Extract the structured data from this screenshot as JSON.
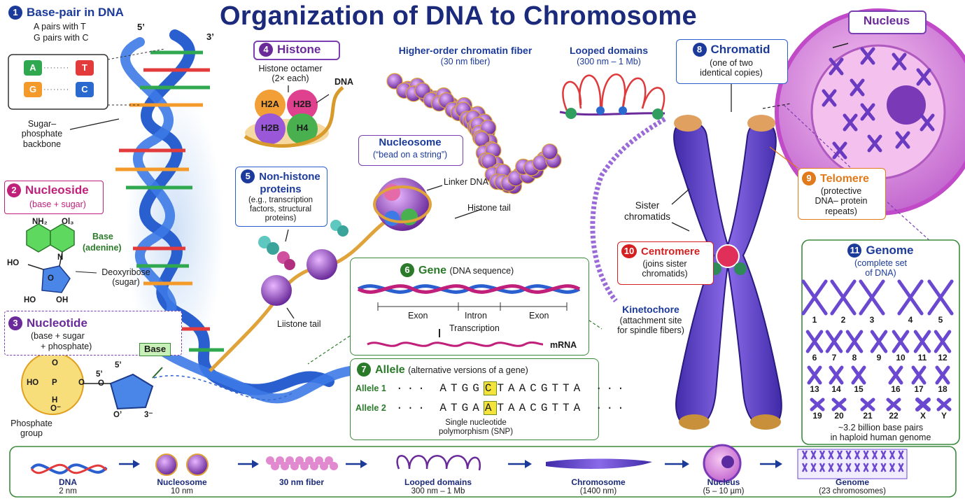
{
  "title": "Organization of DNA to Chromosome",
  "s1": {
    "num": "1",
    "heading": "Base-pair in DNA",
    "line1": "A pairs with T",
    "line2": "G pairs with C",
    "end5": "5’",
    "end3": "3’",
    "pairs": [
      {
        "left": "A",
        "right": "T"
      },
      {
        "left": "G",
        "right": "C"
      }
    ],
    "backbone": [
      "Sugar–",
      "phosphate",
      "backbone"
    ]
  },
  "s2": {
    "num": "2",
    "heading": "Nucleoside",
    "sub": "(base + sugar)",
    "base_label": "Base",
    "base_sub": "(adenine)",
    "sugar_label": "Deoxyribose",
    "sugar_sub": "(sugar)",
    "atoms": {
      "nh2": "NH₂",
      "o13": "Ol₃",
      "n": "N",
      "ho": "HO",
      "o": "O",
      "ho2": "HO",
      "oh": "OH"
    }
  },
  "s3": {
    "num": "3",
    "heading": "Nucleotide",
    "sub1": "(base + sugar",
    "sub2": "+ phosphate)",
    "base_tag": "Base",
    "group1": "Phosphate",
    "group2": "group",
    "atoms": {
      "o_top": "O",
      "ho": "HO",
      "p": "P",
      "o_right": "O",
      "o_bottom": "O⁻",
      "h": "H",
      "c5a": "5’",
      "c5b": "5’",
      "o_ring": "O",
      "o_prime": "O’",
      "c3": "3⁻"
    }
  },
  "s4": {
    "num": "4",
    "heading": "Histone",
    "octamer1": "Histone octamer",
    "octamer2": "(2× each)",
    "dna": "DNA",
    "histones": [
      "H2A",
      "H2B",
      "H2B",
      "H4"
    ]
  },
  "s5": {
    "num": "5",
    "heading1": "Non-histone",
    "heading2": "proteins",
    "sub1": "(e.g., transcription",
    "sub2": "factors, structural",
    "sub3": "proteins)"
  },
  "fiber": {
    "heading": "Higher-order chromatin fiber",
    "sub": "(30 nm fiber)"
  },
  "loops": {
    "heading": "Looped domains",
    "sub": "(300 nm – 1 Mb)"
  },
  "nucleosome": {
    "heading": "Nucleosome",
    "sub": "(“bead on a string”)",
    "linker": "Linker DNA",
    "tail": "Histone tail",
    "tail2": "Liistone tail"
  },
  "s6": {
    "num": "6",
    "heading": "Gene",
    "sub": "(DNA sequence)",
    "exon1": "Exon",
    "intron": "Intron",
    "exon2": "Exon",
    "transcription": "Transcription",
    "mrna": "mRNA"
  },
  "s7": {
    "num": "7",
    "heading": "Allele",
    "sub": "(alternative versions of a gene)",
    "allele1_label": "Allele 1",
    "allele2_label": "Allele 2",
    "a1_pre": "ATGG",
    "a1_snp": "C",
    "a1_post": "TAACGTTA",
    "a2_pre": "ATGA",
    "a2_snp": "A",
    "a2_post": "TAACGTTA",
    "dots": "···",
    "snp1": "Single nucleotide",
    "snp2": "polymorphism (SNP)"
  },
  "s8": {
    "num": "8",
    "heading": "Chromatid",
    "sub1": "(one of two",
    "sub2": "identical copies)"
  },
  "sister": {
    "l1": "Sister",
    "l2": "chromatids"
  },
  "s9": {
    "num": "9",
    "heading": "Telomere",
    "sub1": "(protective",
    "sub2": "DNA– protein",
    "sub3": "repeats)"
  },
  "s10": {
    "num": "10",
    "heading": "Centromere",
    "sub1": "(joins sister",
    "sub2": "chromatids)"
  },
  "kinetochore": {
    "heading": "Kinetochore",
    "sub1": "(attachment site",
    "sub2": "for spindle fibers)"
  },
  "nucleus_tag": "Nucleus",
  "s11": {
    "num": "11",
    "heading": "Genome",
    "sub1": "(complete set",
    "sub2": "of DNA)",
    "labels": [
      "1",
      "2",
      "3",
      "4",
      "5",
      "6",
      "7",
      "8",
      "9",
      "10",
      "11",
      "12",
      "13",
      "14",
      "15",
      "16",
      "17",
      "18",
      "19",
      "20",
      "21",
      "22",
      "X",
      "Y"
    ],
    "foot1": "~3.2 billion base pairs",
    "foot2": "in haploid human genome"
  },
  "pathway": [
    {
      "name": "DNA",
      "size": "2 nm"
    },
    {
      "name": "Nucleosome",
      "size": "10 nm"
    },
    {
      "name": "30 nm fiber",
      "size": ""
    },
    {
      "name": "Looped domains",
      "size": "300 nm – 1 Mb"
    },
    {
      "name": "Chromosome",
      "size": "(1400 nm)"
    },
    {
      "name": "Nucleus",
      "size": "(5 – 10 µm)"
    },
    {
      "name": "Genome",
      "size": "(23 chromosomes)"
    }
  ],
  "colors": {
    "title": "#1b2a7a",
    "heading": "#1b3a9a",
    "purple": "#7a3fb0",
    "green": "#3b8a3b",
    "orange": "#e07a1a",
    "red": "#d42020",
    "magenta": "#c01f7a",
    "chromosome": "#5b3fc0"
  }
}
